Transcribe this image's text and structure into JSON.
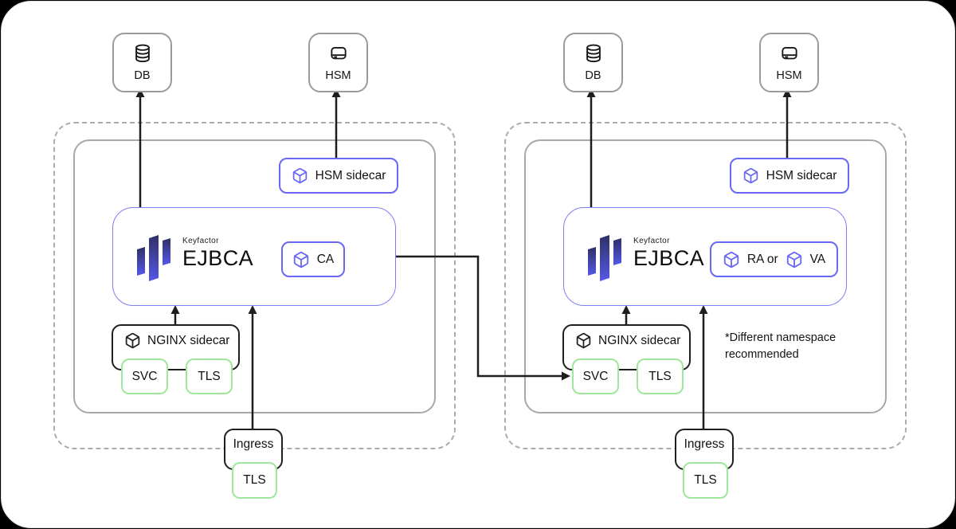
{
  "colors": {
    "accent_blue": "#6967f5",
    "accent_green": "#a0e69c",
    "line_black": "#1e1e1e",
    "container_gray": "#a8a8a8",
    "node_gray": "#9b9b9b",
    "logo_gradient_top": "#2f3065",
    "logo_gradient_bottom": "#5558ea"
  },
  "icons": {
    "db": "database-icon",
    "hsm": "hard-drive-icon",
    "sidecar": "cube-icon"
  },
  "clusters": [
    {
      "db_label": "DB",
      "hsm_label": "HSM",
      "hsm_sidecar_label": "HSM sidecar",
      "brand": "Keyfactor",
      "product": "EJBCA",
      "role_badge": "CA",
      "nginx_sidecar_label": "NGINX sidecar",
      "svc_label": "SVC",
      "nginx_tls_label": "TLS",
      "ingress_label": "Ingress",
      "ingress_tls_label": "TLS"
    },
    {
      "db_label": "DB",
      "hsm_label": "HSM",
      "hsm_sidecar_label": "HSM sidecar",
      "brand": "Keyfactor",
      "product": "EJBCA",
      "role_badge_ra": "RA or",
      "role_badge_va": "VA",
      "nginx_sidecar_label": "NGINX sidecar",
      "svc_label": "SVC",
      "nginx_tls_label": "TLS",
      "ingress_label": "Ingress",
      "ingress_tls_label": "TLS",
      "note": "*Different namespace recommended"
    }
  ]
}
